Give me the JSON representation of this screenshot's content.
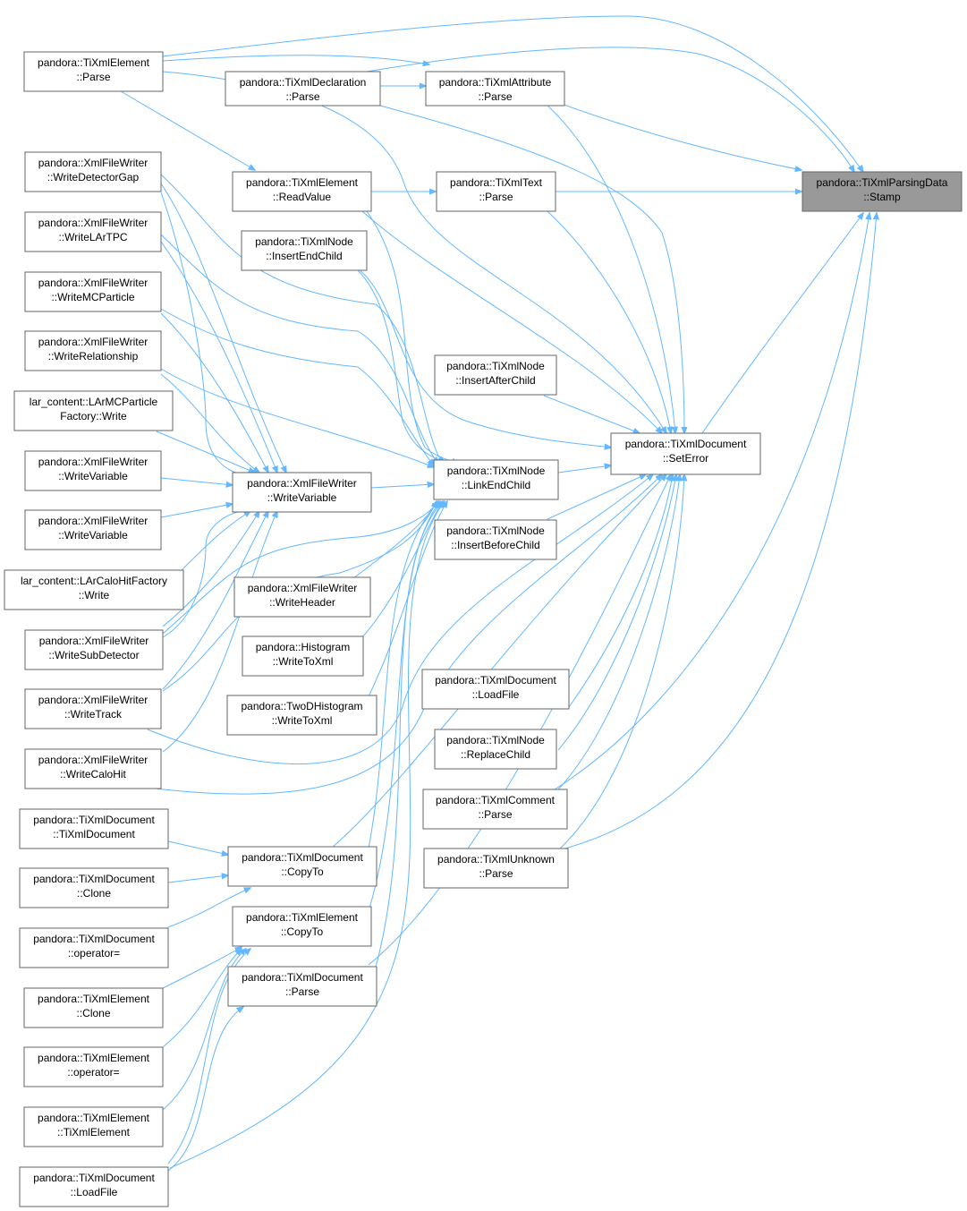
{
  "colors": {
    "edge": "#63b8ff",
    "node_border": "#666666",
    "focus_fill": "#999999"
  },
  "nodes": {
    "stamp": [
      "pandora::TiXmlParsingData",
      "::Stamp"
    ],
    "el_parse": [
      "pandora::TiXmlElement",
      "::Parse"
    ],
    "decl_parse": [
      "pandora::TiXmlDeclaration",
      "::Parse"
    ],
    "attr_parse": [
      "pandora::TiXmlAttribute",
      "::Parse"
    ],
    "readvalue": [
      "pandora::TiXmlElement",
      "::ReadValue"
    ],
    "text_parse": [
      "pandora::TiXmlText",
      "::Parse"
    ],
    "insertend": [
      "pandora::TiXmlNode",
      "::InsertEndChild"
    ],
    "insertafter": [
      "pandora::TiXmlNode",
      "::InsertAfterChild"
    ],
    "seterror": [
      "pandora::TiXmlDocument",
      "::SetError"
    ],
    "linkend": [
      "pandora::TiXmlNode",
      "::LinkEndChild"
    ],
    "insertbefore": [
      "pandora::TiXmlNode",
      "::InsertBeforeChild"
    ],
    "wv_main": [
      "pandora::XmlFileWriter",
      "::WriteVariable"
    ],
    "w_detgap": [
      "pandora::XmlFileWriter",
      "::WriteDetectorGap"
    ],
    "w_lartpc": [
      "pandora::XmlFileWriter",
      "::WriteLArTPC"
    ],
    "w_mcp": [
      "pandora::XmlFileWriter",
      "::WriteMCParticle"
    ],
    "w_rel": [
      "pandora::XmlFileWriter",
      "::WriteRelationship"
    ],
    "lar_mcp": [
      "lar_content::LArMCParticle",
      "Factory::Write"
    ],
    "wv2": [
      "pandora::XmlFileWriter",
      "::WriteVariable"
    ],
    "wv3": [
      "pandora::XmlFileWriter",
      "::WriteVariable"
    ],
    "lar_calo": [
      "lar_content::LArCaloHitFactory",
      "::Write"
    ],
    "w_subdet": [
      "pandora::XmlFileWriter",
      "::WriteSubDetector"
    ],
    "w_track": [
      "pandora::XmlFileWriter",
      "::WriteTrack"
    ],
    "w_calohit": [
      "pandora::XmlFileWriter",
      "::WriteCaloHit"
    ],
    "w_header": [
      "pandora::XmlFileWriter",
      "::WriteHeader"
    ],
    "hist": [
      "pandora::Histogram",
      "::WriteToXml"
    ],
    "hist2d": [
      "pandora::TwoDHistogram",
      "::WriteToXml"
    ],
    "doc_loadfile": [
      "pandora::TiXmlDocument",
      "::LoadFile"
    ],
    "replace": [
      "pandora::TiXmlNode",
      "::ReplaceChild"
    ],
    "comment_parse": [
      "pandora::TiXmlComment",
      "::Parse"
    ],
    "unknown_parse": [
      "pandora::TiXmlUnknown",
      "::Parse"
    ],
    "doc_ctor": [
      "pandora::TiXmlDocument",
      "::TiXmlDocument"
    ],
    "doc_clone": [
      "pandora::TiXmlDocument",
      "::Clone"
    ],
    "doc_assign": [
      "pandora::TiXmlDocument",
      "::operator="
    ],
    "doc_copyto": [
      "pandora::TiXmlDocument",
      "::CopyTo"
    ],
    "el_copyto": [
      "pandora::TiXmlElement",
      "::CopyTo"
    ],
    "doc_parse": [
      "pandora::TiXmlDocument",
      "::Parse"
    ],
    "el_clone": [
      "pandora::TiXmlElement",
      "::Clone"
    ],
    "el_assign": [
      "pandora::TiXmlElement",
      "::operator="
    ],
    "el_ctor": [
      "pandora::TiXmlElement",
      "::TiXmlElement"
    ],
    "doc_loadfile2": [
      "pandora::TiXmlDocument",
      "::LoadFile"
    ]
  }
}
